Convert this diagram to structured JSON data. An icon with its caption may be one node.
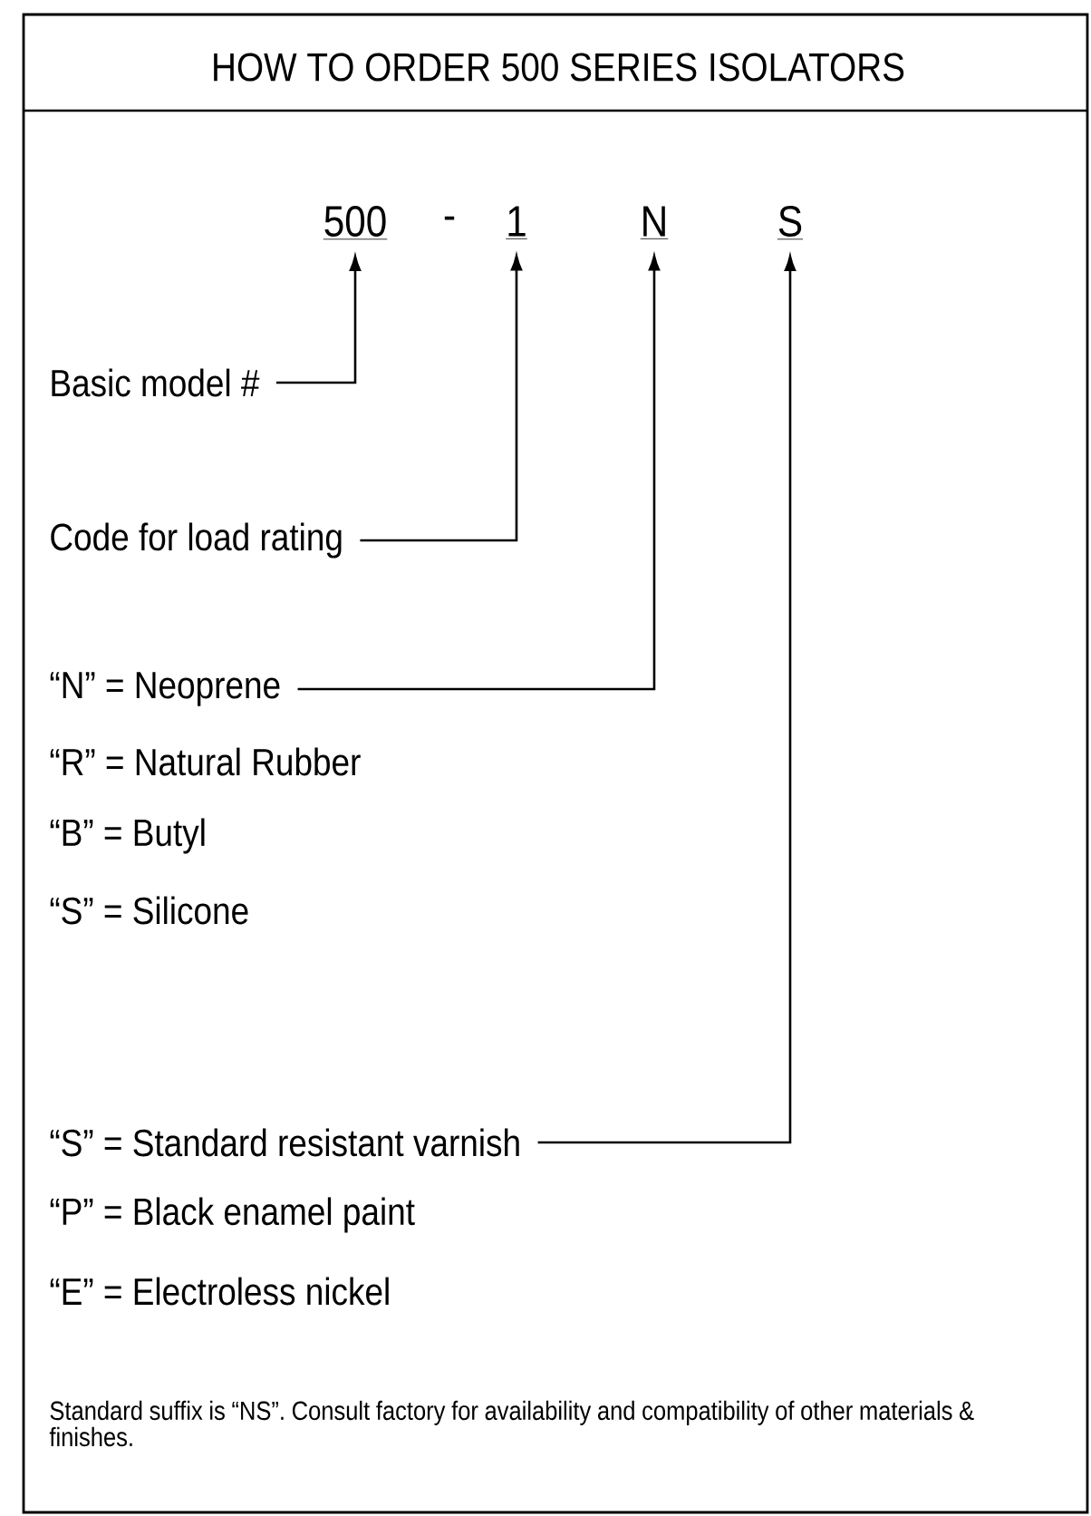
{
  "diagram": {
    "title": "HOW TO ORDER 500 SERIES ISOLATORS",
    "nodes": [
      {
        "text": [
          "500"
        ]
      },
      {
        "text": [
          "1"
        ]
      },
      {
        "text": [
          "N"
        ]
      },
      {
        "text": [
          "S"
        ]
      },
      {
        "text": [
          "Basic model #"
        ]
      },
      {
        "text": [
          "Code for load rating"
        ]
      },
      {
        "text": [
          "“N” = Neoprene"
        ]
      },
      {
        "text": [
          "“S” = Standard resistant varnish"
        ]
      }
    ],
    "edges": [
      {
        "from": 4,
        "to": 0,
        "arrow": "to"
      },
      {
        "from": 5,
        "to": 1,
        "arrow": "to"
      },
      {
        "from": 6,
        "to": 2,
        "arrow": "to"
      },
      {
        "from": 7,
        "to": 3,
        "arrow": "to"
      }
    ],
    "labels": [
      "-",
      "“R” = Natural Rubber",
      "“B” = Butyl",
      "“S” = Silicone",
      "“P” = Black enamel paint",
      "“E” = Electroless nickel",
      "Standard suffix is “NS”.  Consult factory for availability and compatibility of other materials & finishes."
    ]
  }
}
